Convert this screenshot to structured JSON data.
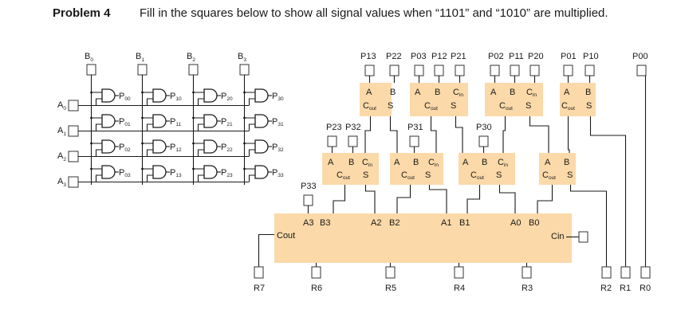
{
  "problem": {
    "label": "Problem 4",
    "text": "Fill in the squares below to show all signal values when “1101” and “1010” are multiplied."
  },
  "b_inputs": [
    "B",
    "B",
    "B",
    "B"
  ],
  "b_subs": [
    "0",
    "1",
    "2",
    "3"
  ],
  "a_inputs": [
    "A",
    "A",
    "A",
    "A"
  ],
  "a_subs": [
    "0",
    "1",
    "2",
    "3"
  ],
  "and_outputs": [
    [
      "P",
      "00",
      "P",
      "10",
      "P",
      "20",
      "P",
      "30"
    ],
    [
      "P",
      "01",
      "P",
      "11",
      "P",
      "21",
      "P",
      "31"
    ],
    [
      "P",
      "02",
      "P",
      "12",
      "P",
      "22",
      "P",
      "32"
    ],
    [
      "P",
      "03",
      "P",
      "13",
      "P",
      "23",
      "P",
      "33"
    ]
  ],
  "top_signals": [
    "P13",
    "P22",
    "P03",
    "P12",
    "P21",
    "P02",
    "P11",
    "P20",
    "P01",
    "P10",
    "P00"
  ],
  "pin": {
    "A": "A",
    "B": "B",
    "Cin": "C",
    "in": "in",
    "Cout": "C",
    "out": "out",
    "S": "S"
  },
  "mid_signals": {
    "p23": "P23",
    "p32": "P32",
    "p31": "P31",
    "p30": "P30",
    "p33": "P33"
  },
  "big_adder": {
    "pairs": [
      "A3",
      "B3",
      "A2",
      "B2",
      "A1",
      "B1",
      "A0",
      "B0"
    ],
    "cout": "Cout",
    "cin": "Cin"
  },
  "outputs": [
    "R7",
    "R6",
    "R5",
    "R4",
    "R3",
    "R2",
    "R1",
    "R0"
  ]
}
